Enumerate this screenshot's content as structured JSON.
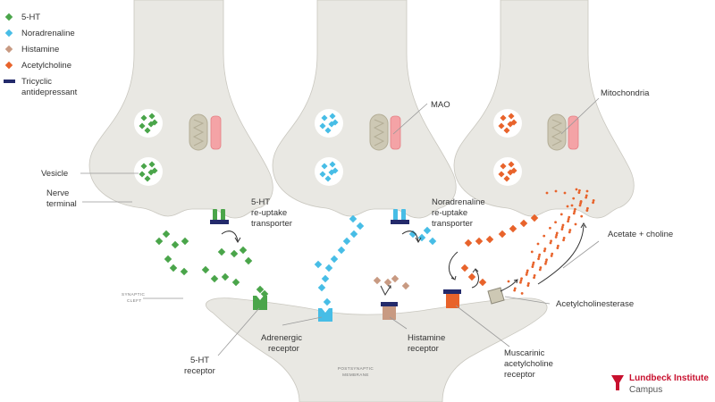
{
  "colors": {
    "ht5": "#4aa54a",
    "noradrenaline": "#47bde6",
    "histamine": "#c89a82",
    "acetylcholine": "#e8632b",
    "tricyclic": "#232a6b",
    "neuron": "#e9e8e3",
    "mitochondria": "#cdc8b4",
    "mao": "#f4a3a6",
    "brand": "#c8102e"
  },
  "legend": {
    "items": [
      {
        "label": "5-HT",
        "color": "#4aa54a",
        "shape": "diamond"
      },
      {
        "label": "Noradrenaline",
        "color": "#47bde6",
        "shape": "diamond"
      },
      {
        "label": "Histamine",
        "color": "#c89a82",
        "shape": "diamond"
      },
      {
        "label": "Acetylcholine",
        "color": "#e8632b",
        "shape": "diamond"
      },
      {
        "label": "Tricyclic",
        "label2": "antidepressant",
        "color": "#232a6b",
        "shape": "bar"
      }
    ]
  },
  "labels": {
    "vesicle": "Vesicle",
    "nerve_terminal_1": "Nerve",
    "nerve_terminal_2": "terminal",
    "mao": "MAO",
    "mitochondria": "Mitochondria",
    "ht5_reuptake_1": "5-HT",
    "ht5_reuptake_2": "re-uptake",
    "ht5_reuptake_3": "transporter",
    "na_reuptake_1": "Noradrenaline",
    "na_reuptake_2": "re-uptake",
    "na_reuptake_3": "transporter",
    "acetate_choline": "Acetate + choline",
    "acetylcholinesterase": "Acetylcholinesterase",
    "synaptic_cleft_1": "SYNAPTIC",
    "synaptic_cleft_2": "CLEFT",
    "postsynaptic_1": "POSTSYNAPTIC",
    "postsynaptic_2": "MEMBRANE",
    "ht5_receptor_1": "5-HT",
    "ht5_receptor_2": "receptor",
    "adrenergic_receptor_1": "Adrenergic",
    "adrenergic_receptor_2": "receptor",
    "histamine_receptor_1": "Histamine",
    "histamine_receptor_2": "receptor",
    "muscarinic_receptor_1": "Muscarinic",
    "muscarinic_receptor_2": "acetylcholine",
    "muscarinic_receptor_3": "receptor"
  },
  "brand": {
    "line1": "Lundbeck Institute",
    "line2": "Campus"
  }
}
